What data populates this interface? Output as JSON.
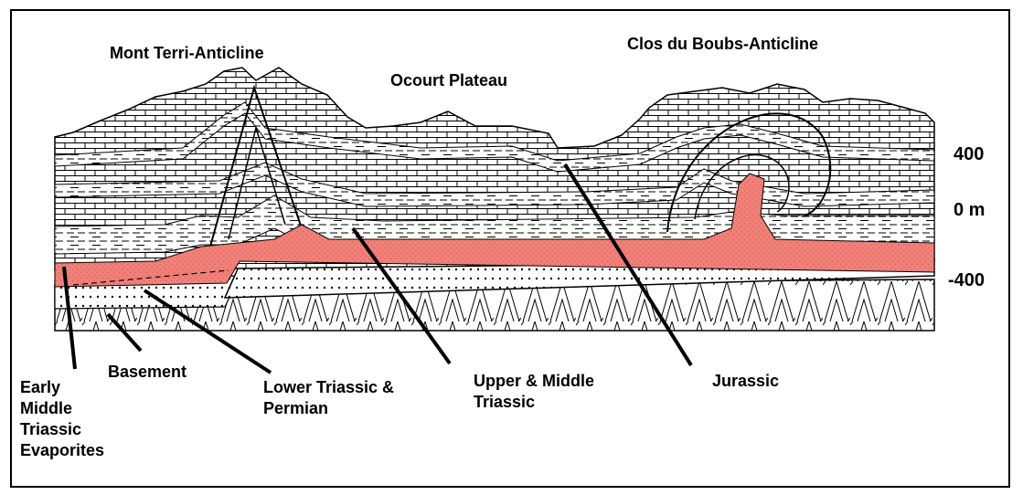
{
  "titles": {
    "left_structure": "Mont Terri-Anticline",
    "middle_structure": "Ocourt Plateau",
    "right_structure": "Clos du Boubs-Anticline"
  },
  "elevation_labels": [
    "400",
    "0 m",
    "-400"
  ],
  "units": {
    "basement": [
      "Basement"
    ],
    "evaporites": [
      "Early",
      "Middle",
      "Triassic",
      "Evaporites"
    ],
    "lower_triassic": [
      "Lower Triassic &",
      "Permian"
    ],
    "upper_middle_triassic": [
      "Upper & Middle",
      "Triassic"
    ],
    "jurassic": [
      "Jurassic"
    ]
  },
  "colors": {
    "evaporites": "#f08078",
    "line": "#000000",
    "background": "#ffffff"
  }
}
